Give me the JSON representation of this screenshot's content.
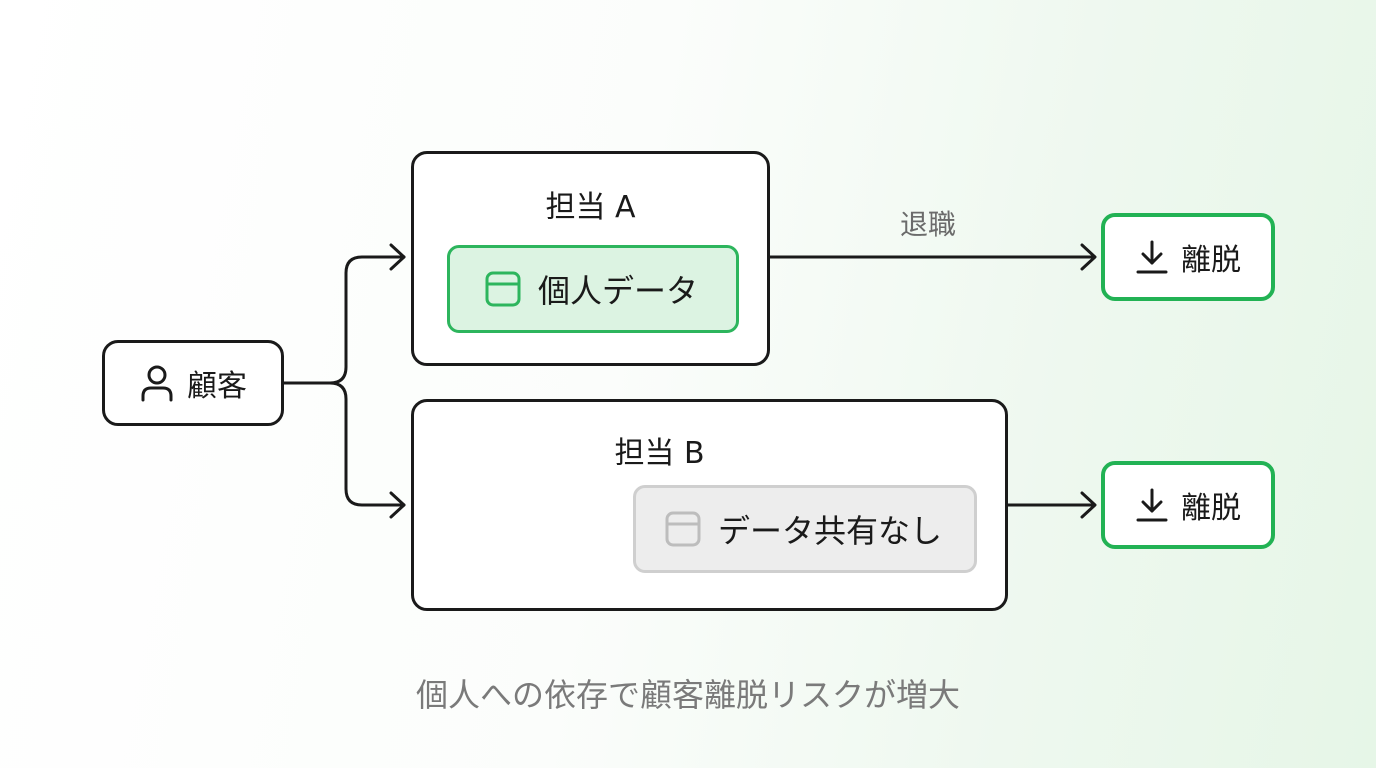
{
  "customer": {
    "label": "顧客",
    "icon": "person-icon"
  },
  "staff_a": {
    "title": "担当 A",
    "data_chip": {
      "label": "個人データ",
      "icon": "window-icon",
      "color": "#2db55d"
    }
  },
  "staff_b": {
    "title": "担当 B",
    "data_chip": {
      "label": "データ共有なし",
      "icon": "window-icon",
      "color": "#bdbdbd"
    }
  },
  "edge_label": "退職",
  "results": [
    {
      "label": "離脱",
      "icon": "download-icon",
      "color": "#22b254"
    },
    {
      "label": "離脱",
      "icon": "download-icon",
      "color": "#22b254"
    }
  ],
  "caption": "個人への依存で顧客離脱リスクが増大"
}
